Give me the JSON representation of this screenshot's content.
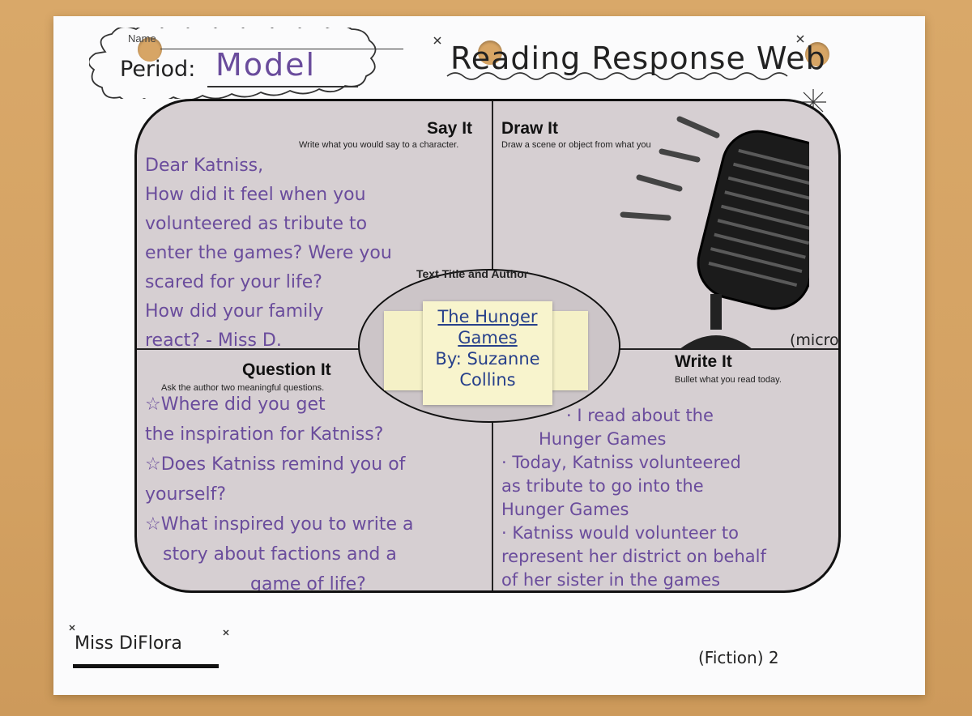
{
  "header": {
    "name_label": "Name",
    "period_label": "Period:",
    "period_value": "Model",
    "title": "Reading Response Web"
  },
  "web": {
    "say_it": {
      "title": "Say It",
      "instruction": "Write what you would say to a character.",
      "lines": [
        "Dear Katniss,",
        "How did it feel when you",
        "volunteered as tribute to",
        "enter the games? Were you",
        "scared for your life?",
        "How did your family",
        "react? - Miss D."
      ]
    },
    "draw_it": {
      "title": "Draw It",
      "instruction": "Draw a scene or object from what you",
      "caption": "(microphone)"
    },
    "question_it": {
      "title": "Question It",
      "instruction": "Ask the author two meaningful questions.",
      "lines": [
        "☆Where did you get",
        "the inspiration for Katniss?",
        "☆Does Katniss remind you of",
        "yourself?",
        "☆What inspired you to write a",
        "story about factions and a",
        "game of life?"
      ]
    },
    "write_it": {
      "title": "Write It",
      "instruction": "Bullet what you read today.",
      "lines": [
        "· I read about the",
        "Hunger Games",
        "· Today, Katniss volunteered",
        "as tribute to go into the",
        "Hunger Games",
        "· Katniss would volunteer to",
        "represent her district on behalf",
        "of her sister in the games"
      ]
    },
    "center": {
      "label": "Text Title and Author",
      "book_title_1": "The Hunger",
      "book_title_2": "Games",
      "author_1": "By: Suzanne",
      "author_2": "Collins"
    }
  },
  "footer": {
    "teacher": "Miss DiFlora",
    "page_label": "(Fiction) 2"
  },
  "colors": {
    "pencil_purple": "#6a4c9c",
    "marker_blue": "#27408b",
    "sticky_yellow": "#f8f4cd"
  }
}
